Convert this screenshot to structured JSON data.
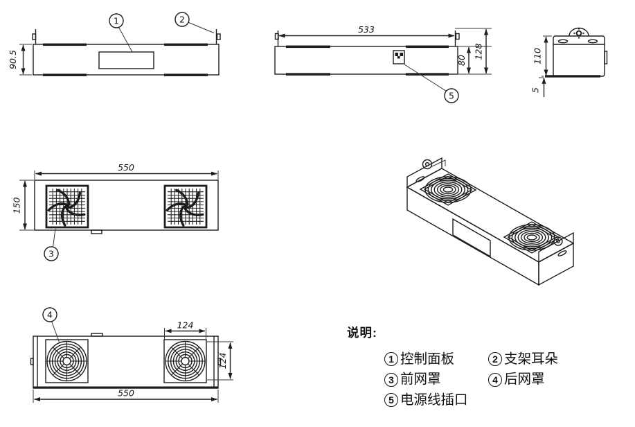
{
  "drawing": {
    "callouts": {
      "control_panel": "1",
      "bracket_ear": "2",
      "front_mesh": "3",
      "rear_mesh": "4",
      "power_socket": "5"
    },
    "dimensions": {
      "front_height": "90.5",
      "rear_width": "533",
      "rear_body_height": "80",
      "rear_overall_height": "128",
      "side_height": "110",
      "side_base_gap": "5",
      "mesh_width": "550",
      "mesh_height": "150",
      "fan_width": "124",
      "fan_height": "124",
      "bottom_width": "550"
    }
  },
  "legend": {
    "title": "说明:",
    "items": [
      {
        "num": "1",
        "label": "控制面板"
      },
      {
        "num": "2",
        "label": "支架耳朵"
      },
      {
        "num": "3",
        "label": "前网罩"
      },
      {
        "num": "4",
        "label": "后网罩"
      },
      {
        "num": "5",
        "label": "电源线插口"
      }
    ]
  }
}
